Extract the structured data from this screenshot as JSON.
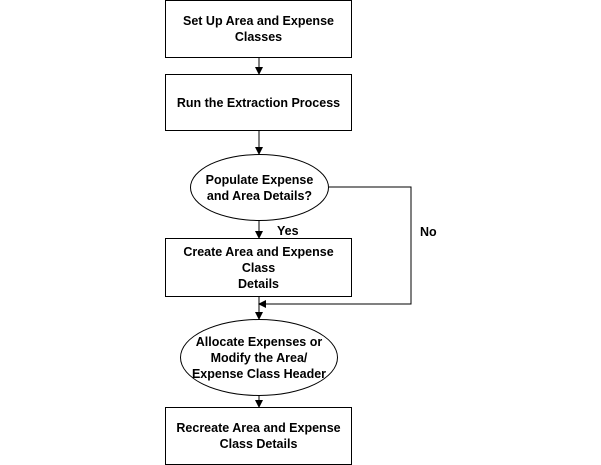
{
  "nodes": {
    "setup": {
      "text": "Set Up Area and Expense\nClasses"
    },
    "extract": {
      "text": "Run the Extraction Process"
    },
    "decision": {
      "text": "Populate Expense\nand Area Details?"
    },
    "create": {
      "text": "Create Area and Expense Class\nDetails"
    },
    "allocate": {
      "text": "Allocate Expenses or\nModify the Area/\nExpense Class Header"
    },
    "recreate": {
      "text": "Recreate Area and Expense\nClass Details"
    }
  },
  "edges": {
    "yes": "Yes",
    "no": "No"
  },
  "colors": {
    "stroke": "#000000",
    "fill": "#ffffff",
    "text": "#000000"
  }
}
